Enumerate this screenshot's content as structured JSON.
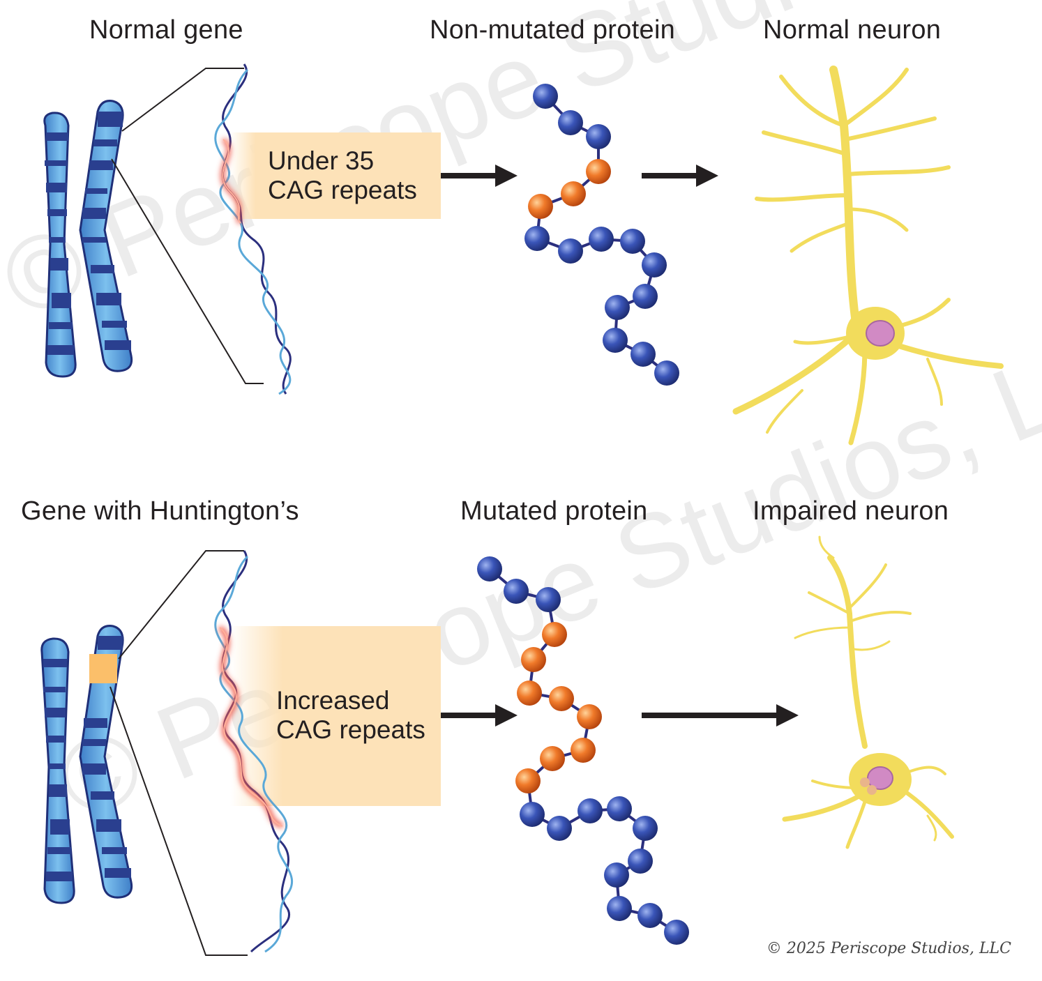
{
  "top_row": {
    "gene_label": "Normal gene",
    "box_line1": "Under 35",
    "box_line2": "CAG repeats",
    "protein_label": "Non-mutated protein",
    "neuron_label": "Normal neuron"
  },
  "bottom_row": {
    "gene_label": "Gene with Huntington’s",
    "box_line1": "Increased",
    "box_line2": "CAG repeats",
    "protein_label": "Mutated protein",
    "neuron_label": "Impaired neuron"
  },
  "watermark": "© Periscope Studios, LLC",
  "credit": "© 2025 Periscope Studios, LLC",
  "colors": {
    "chromosome_light": "#5aa8e0",
    "chromosome_dark": "#2a3f8f",
    "dna_dark": "#2b2f7e",
    "dna_light": "#5aa8d8",
    "cag_highlight": "#f05a4a",
    "box_fill": "#fde2b8",
    "bead_normal": "#3a55b8",
    "bead_mutant": "#f07a2a",
    "neuron": "#f2dc5c",
    "nucleus": "#d18ac4"
  }
}
